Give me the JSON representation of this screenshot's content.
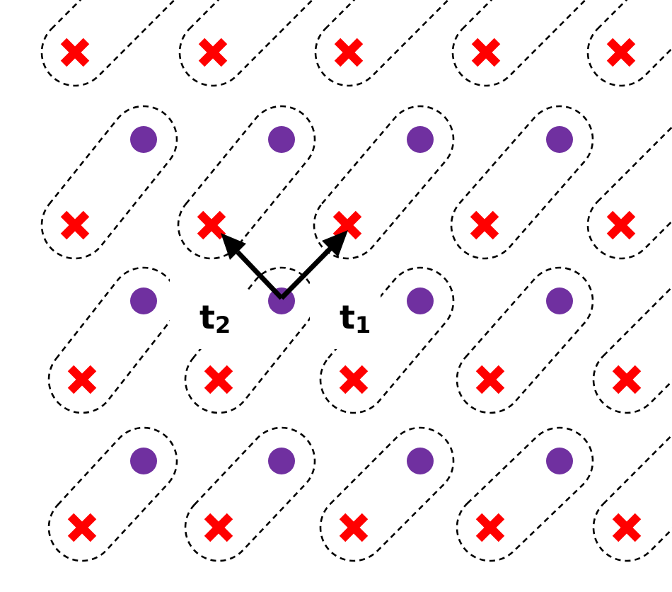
{
  "colors": {
    "background": "#ffffff",
    "cross": "#ff0000",
    "dot": "#7030a0",
    "outline": "#000000",
    "arrow": "#000000"
  },
  "legend_symbols": {
    "cross": "cross-icon",
    "dot": "dot-icon"
  },
  "vectors": {
    "t1": {
      "letter": "t",
      "subscript": "1"
    },
    "t2": {
      "letter": "t",
      "subscript": "2"
    }
  }
}
